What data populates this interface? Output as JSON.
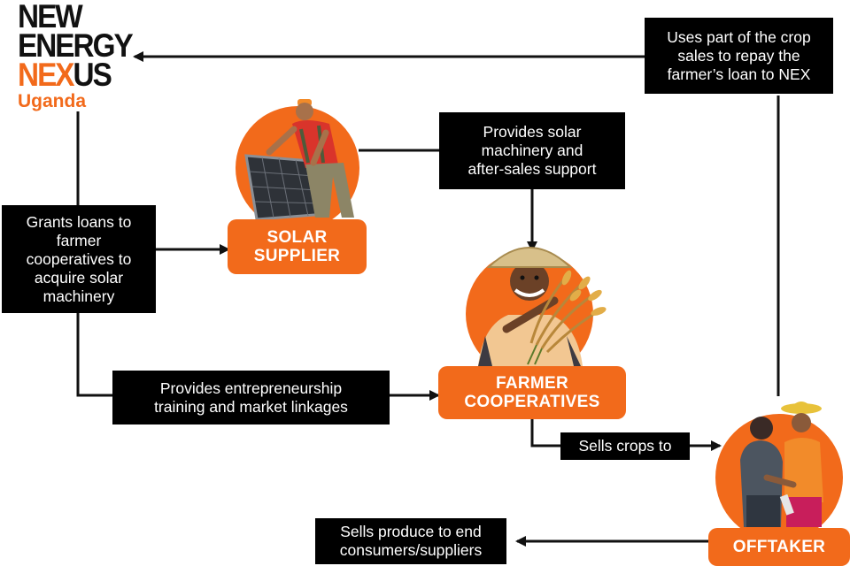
{
  "logo": {
    "line1": "NEW",
    "line2": "ENERGY",
    "line3_part1": "NEX",
    "line3_part2": "US",
    "subtitle": "Uganda"
  },
  "nodes": {
    "solar_supplier": {
      "line1": "SOLAR",
      "line2": "SUPPLIER"
    },
    "farmer_cooperatives": {
      "line1": "FARMER",
      "line2": "COOPERATIVES"
    },
    "offtaker": {
      "line1": "OFFTAKER"
    }
  },
  "callouts": {
    "repay_loan": [
      "Uses part of the crop",
      "sales to repay the",
      "farmer’s loan to NEX"
    ],
    "provides_machinery": [
      "Provides solar",
      "machinery and",
      "after-sales support"
    ],
    "grants_loans": [
      "Grants loans to",
      "farmer",
      "cooperatives to",
      "acquire solar",
      "machinery"
    ],
    "provides_training": [
      "Provides entrepreneurship",
      "training and market linkages"
    ],
    "sells_crops": [
      "Sells crops to"
    ],
    "sells_produce": [
      "Sells produce to end",
      "consumers/suppliers"
    ]
  },
  "colors": {
    "accent": "#f26a1b",
    "callout_bg": "#000000",
    "text_light": "#ffffff",
    "line": "#111111"
  },
  "icons": {
    "solar_supplier": "worker-with-solar-panel-icon",
    "farmer_cooperatives": "farmer-with-rice-icon",
    "offtaker": "handshake-people-icon"
  }
}
